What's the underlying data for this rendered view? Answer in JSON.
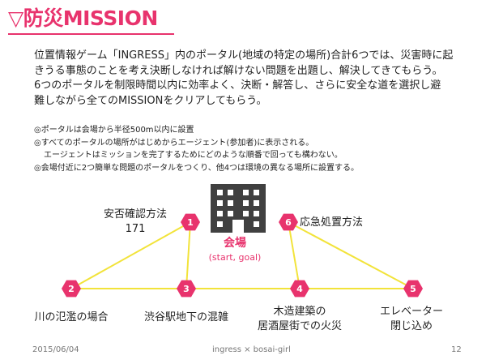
{
  "title": "▽防災MISSION",
  "intro_lines": [
    "位置情報ゲーム「INGRESS」内のポータル(地域の特定の場所)合計6つでは、災害時に起",
    "きうる事態のことを考え決断しなければ解けない問題を出題し、解決してきてもらう。",
    "6つのポータルを制限時間以内に効率よく、決断・解答し、さらに安全な道を選択し避",
    "難しながら全てのMISSIONをクリアしてもらう。"
  ],
  "notes": [
    "◎ポータルは会場から半径500m以内に設置",
    "◎すべてのポータルの場所がはじめからエージェント(参加者)に表示される。",
    "エージェントはミッションを完了するためにどのような順番で回っても構わない。",
    "◎会場付近に2つ簡単な問題のポータルをつくり、他4つは環境の異なる場所に設置する。"
  ],
  "venue": {
    "label": "会場",
    "sublabel": "(start, goal)"
  },
  "portals": [
    {
      "num": "1",
      "label_lines": [
        "安否確認方法",
        "171"
      ]
    },
    {
      "num": "2",
      "label_lines": [
        "川の氾濫の場合"
      ]
    },
    {
      "num": "3",
      "label_lines": [
        "渋谷駅地下の混雑"
      ]
    },
    {
      "num": "4",
      "label_lines": [
        "木造建築の",
        "居酒屋街での火災"
      ]
    },
    {
      "num": "5",
      "label_lines": [
        "エレベーター",
        "閉じ込め"
      ]
    },
    {
      "num": "6",
      "label_lines": [
        "応急処置方法"
      ]
    }
  ],
  "connections": [
    [
      "1",
      "2"
    ],
    [
      "1",
      "3"
    ],
    [
      "2",
      "3"
    ],
    [
      "3",
      "4"
    ],
    [
      "4",
      "5"
    ],
    [
      "6",
      "4"
    ],
    [
      "6",
      "5"
    ]
  ],
  "footer": {
    "date": "2015/06/04",
    "center": "ingress × bosai-girl",
    "page": "12"
  },
  "colors": {
    "accent": "#e8336d",
    "route": "#f2e33a",
    "building": "#404040"
  },
  "icons": {
    "venue": "building-icon",
    "portal": "hexagon-icon"
  }
}
